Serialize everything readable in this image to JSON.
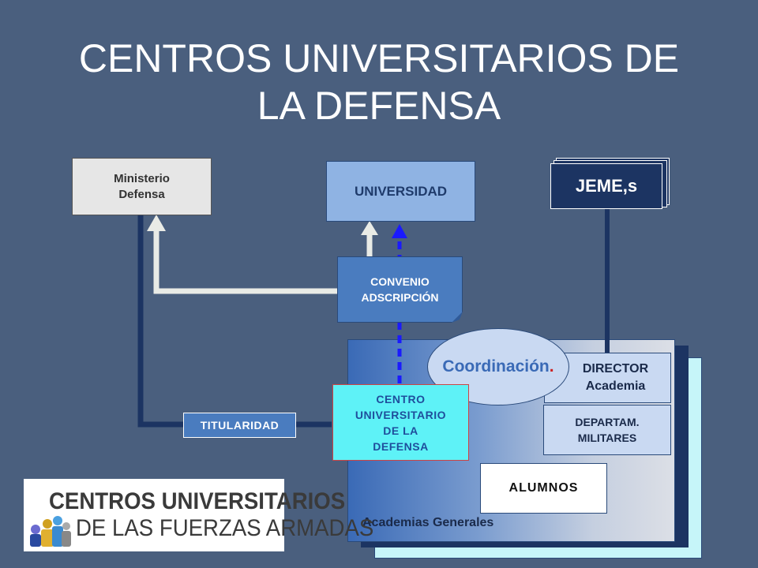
{
  "slide": {
    "title_line1": "CENTROS UNIVERSITARIOS DE",
    "title_line2": "LA DEFENSA"
  },
  "nodes": {
    "ministerio_line1": "Ministerio",
    "ministerio_line2": "Defensa",
    "universidad": "UNIVERSIDAD",
    "jeme": "JEME,s",
    "convenio_line1": "CONVENIO",
    "convenio_line2": "ADSCRIPCIÓN",
    "coordinacion": "Coordinación",
    "coordinacion_suffix": ".",
    "director_line1": "DIRECTOR",
    "director_line2": "Academia",
    "departam_line1": "DEPARTAM.",
    "departam_line2": "MILITARES",
    "alumnos": "ALUMNOS",
    "centro_line1": "CENTRO",
    "centro_line2": "UNIVERSITARIO",
    "centro_line3": "DE LA",
    "centro_line4": "DEFENSA",
    "titularidad": "TITULARIDAD",
    "academias": "Academias Generales"
  },
  "logo": {
    "line1": "CENTROS UNIVERSITARIOS",
    "line2": "DE LAS FUERZAS ARMADAS"
  },
  "colors": {
    "background": "#4a5f7e",
    "dark_navy": "#1c3462",
    "connector_light": "#e9ebe6",
    "dashed_arrow": "#1a1aff",
    "accent_red": "#cc2222"
  }
}
